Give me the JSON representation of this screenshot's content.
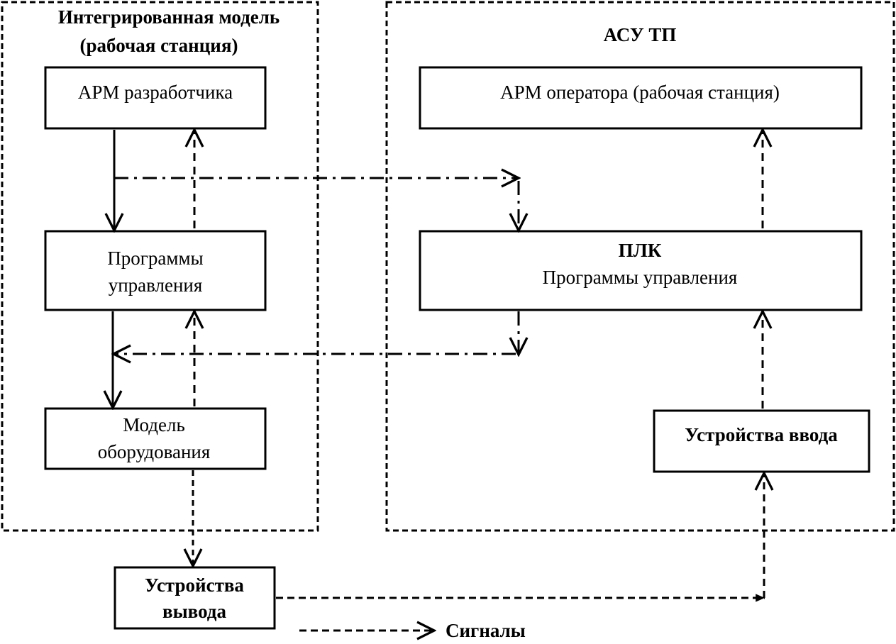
{
  "colors": {
    "stroke": "#000000",
    "background": "#ffffff"
  },
  "groups": {
    "integrated_model": {
      "title_line1": "Интегрированная модель",
      "title_line2": "(рабочая станция)"
    },
    "asu_tp": {
      "title": "АСУ ТП"
    }
  },
  "blocks": {
    "developer_ws": {
      "label": "АРМ разработчика"
    },
    "control_programs": {
      "label_line1": "Программы",
      "label_line2": "управления"
    },
    "equipment_model": {
      "label_line1": "Модель",
      "label_line2": "оборудования"
    },
    "operator_ws": {
      "label": "АРМ оператора (рабочая станция)"
    },
    "plc": {
      "title": "ПЛК",
      "subtitle": "Программы управления"
    },
    "input_devices": {
      "label": "Устройства ввода"
    },
    "output_devices": {
      "label_line1": "Устройства",
      "label_line2": "вывода"
    }
  },
  "legend": {
    "signals_label": "Сигналы"
  }
}
